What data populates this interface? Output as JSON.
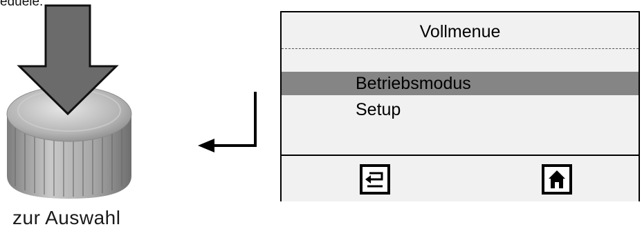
{
  "fragment_text": "eduele.",
  "knob": {
    "caption": "zur Auswahl",
    "arrow_color": "#6b6b6b",
    "knob_color": "#9a9a9a"
  },
  "display": {
    "title": "Vollmenue",
    "items": [
      {
        "label": "Betriebsmodus",
        "selected": true
      },
      {
        "label": "Setup",
        "selected": false
      }
    ],
    "softkeys": [
      {
        "icon": "return-icon"
      },
      {
        "icon": "home-icon"
      }
    ],
    "highlight_color": "#858585",
    "background_color": "#f1f1f1"
  }
}
